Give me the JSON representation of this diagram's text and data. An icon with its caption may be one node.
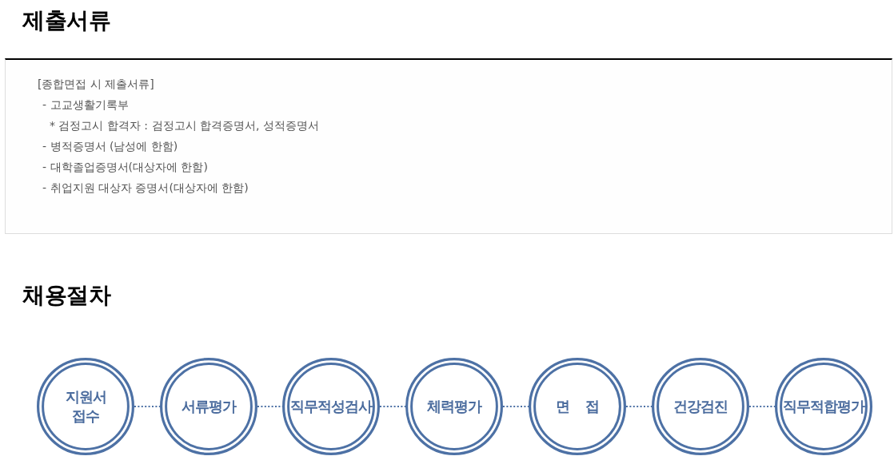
{
  "diagram": {
    "nodes": [
      {
        "text": [
          "제출서류",
          "[종합면접 시 제출서류]",
          "- 고교생활기록부",
          "* 검정고시 합격자 : 검정고시 합격증명서, 성적증명서",
          "- 병적증명서 (남성에 한함)",
          "- 대학졸업증명서(대상자에 한함)",
          "- 취업지원 대상자 증명서(대상자에 한함)"
        ]
      },
      {
        "text": [
          "지원서 접수"
        ]
      },
      {
        "text": [
          "서류평가"
        ]
      },
      {
        "text": [
          "직무적성검사"
        ]
      },
      {
        "text": [
          "체력평가"
        ]
      },
      {
        "text": [
          "면 접"
        ]
      },
      {
        "text": [
          "건강검진"
        ]
      },
      {
        "text": [
          "직무적합평가"
        ]
      }
    ],
    "edges": [
      {
        "from": 1,
        "to": 2,
        "arrow": "none",
        "style": "dashed"
      },
      {
        "from": 2,
        "to": 3,
        "arrow": "none",
        "style": "dashed"
      },
      {
        "from": 3,
        "to": 4,
        "arrow": "none",
        "style": "dashed"
      },
      {
        "from": 4,
        "to": 5,
        "arrow": "none",
        "style": "dashed"
      },
      {
        "from": 5,
        "to": 6,
        "arrow": "none",
        "style": "dashed"
      },
      {
        "from": 6,
        "to": 7,
        "arrow": "none",
        "style": "dashed"
      }
    ],
    "labels": [
      "채용절차"
    ]
  }
}
